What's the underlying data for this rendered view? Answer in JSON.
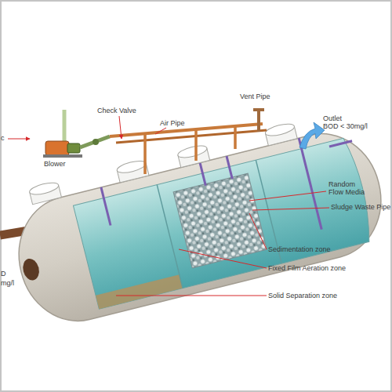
{
  "diagram": {
    "labels": [
      "c",
      "Blower",
      "Check Valve",
      "Air Pipe",
      "Vent Pipe",
      "Outlet",
      "BOD < 30mg/l",
      "Random Flow Media",
      "Sludge Waste Pipe",
      "Sedimentation zone",
      "Fixed Film Aeration zone",
      "D",
      "mg/l",
      "Solid Separation zone"
    ]
  }
}
